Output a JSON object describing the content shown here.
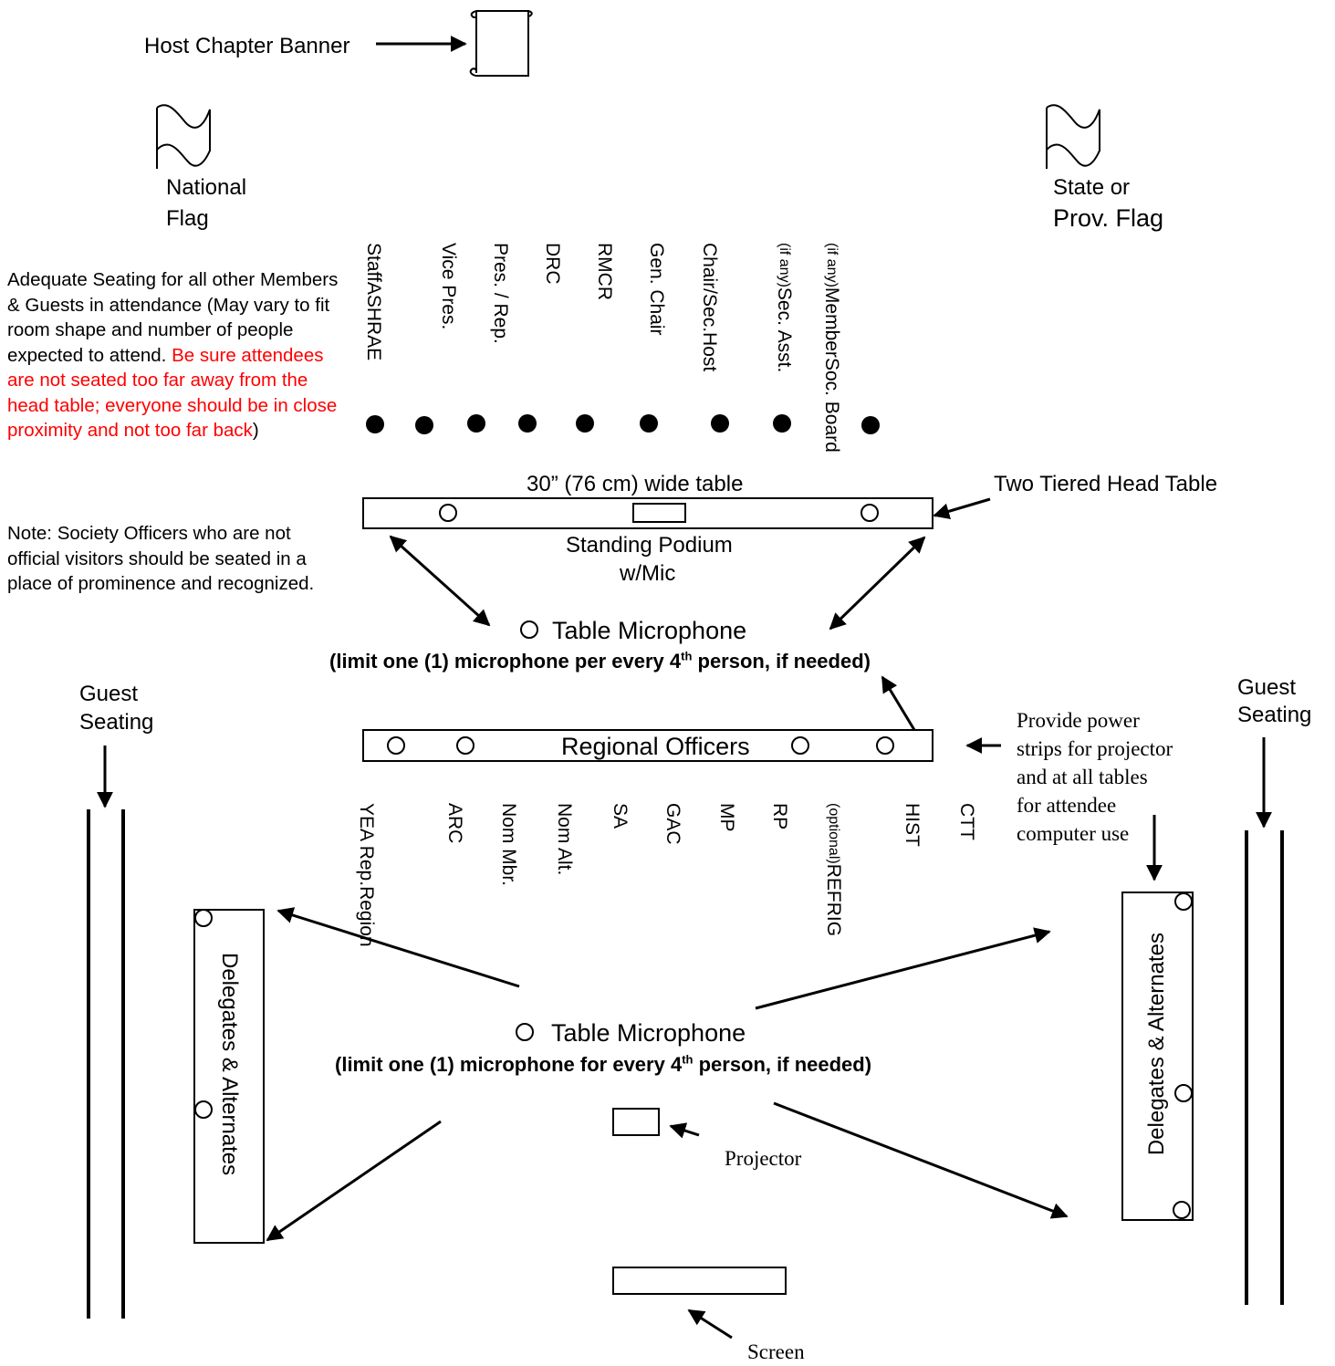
{
  "diagram": {
    "host_banner_label": "Host Chapter Banner",
    "national_flag_label": [
      "National",
      "Flag"
    ],
    "state_flag_label": [
      "State or",
      "Prov. Flag"
    ],
    "note_seating_black_1": "Adequate Seating for all other Members & Guests in attendance (May vary to fit room shape and number of people expected to attend. ",
    "note_seating_red": "Be sure attendees are not seated too far away from the head table; everyone should be in close proximity and not too far back",
    "note_seating_black_2": ")",
    "note_officers": "Note: Society Officers who are not official visitors should be seated in a place of prominence and recognized.",
    "head_table_seats": [
      [
        "ASHRAE",
        "Staff"
      ],
      [
        "Vice Pres."
      ],
      [
        "Pres. / Rep."
      ],
      [
        "DRC"
      ],
      [
        "RMCR"
      ],
      [
        "Gen. Chair"
      ],
      [
        "Host",
        "Chair/Sec."
      ],
      [
        "Sec. Asst.",
        "(if any)"
      ],
      [
        "Soc. Board",
        "Member",
        "(if any)"
      ]
    ],
    "table_width_label": "30” (76 cm) wide table",
    "two_tiered_label": "Two Tiered Head Table",
    "podium_label": [
      "Standing Podium",
      "w/Mic"
    ],
    "table_mic_1": "Table Microphone",
    "mic_limit_1_a": "(limit one (1) microphone per every 4",
    "mic_limit_sup": "th",
    "mic_limit_1_b": " person, if needed)",
    "regional_officers_label": "Regional Officers",
    "regional_seats": [
      [
        "Region",
        "YEA Rep."
      ],
      [
        "ARC"
      ],
      [
        "Nom Mbr."
      ],
      [
        "Nom Alt."
      ],
      [
        "SA"
      ],
      [
        "GAC"
      ],
      [
        "MP"
      ],
      [
        "RP"
      ],
      [
        "REFRIG",
        "(optional)"
      ],
      [
        "HIST"
      ],
      [
        "CTT"
      ]
    ],
    "guest_seating_left": [
      "Guest",
      "Seating"
    ],
    "guest_seating_right": [
      "Guest",
      "Seating"
    ],
    "power_strips_note": [
      "Provide power",
      "strips for projector",
      "and at all tables",
      "for attendee",
      "computer use"
    ],
    "delegates_label": "Delegates & Alternates",
    "table_mic_2": "Table Microphone",
    "mic_limit_2_a": "(limit one (1) microphone for every 4",
    "mic_limit_2_b": " person, if needed)",
    "projector_label": "Projector",
    "screen_label": "Screen"
  }
}
